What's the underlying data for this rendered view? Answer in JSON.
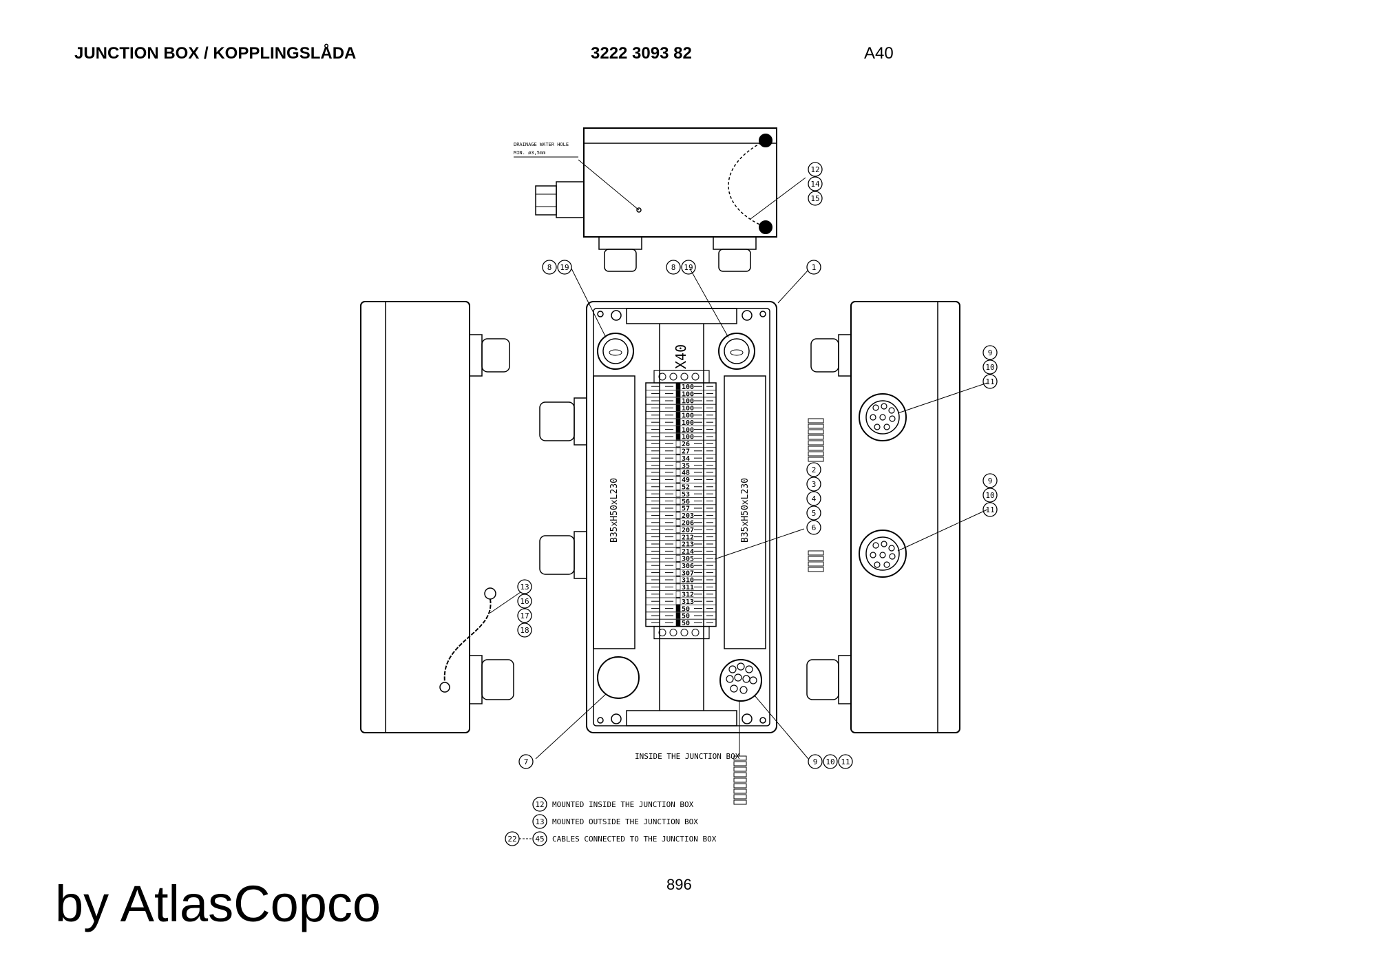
{
  "header": {
    "title": "JUNCTION BOX / KOPPLINGSLÅDA",
    "part_number": "3222 3093 82",
    "page_code": "A40"
  },
  "drawing": {
    "drainage_note_line1": "DRAINAGE WATER HOLE",
    "drainage_note_line2": "MIN. ø3,5mm",
    "terminal_block_label": "X40",
    "rail_label_left": "B35xH50xL230",
    "rail_label_right": "B35xH50xL230",
    "inside_caption": "INSIDE THE JUNCTION BOX",
    "terminal_numbers": [
      "100",
      "100",
      "100",
      "100",
      "100",
      "100",
      "100",
      "100",
      "26",
      "27",
      "34",
      "35",
      "48",
      "49",
      "52",
      "53",
      "56",
      "57",
      "203",
      "206",
      "207",
      "212",
      "213",
      "214",
      "305",
      "306",
      "307",
      "310",
      "311",
      "312",
      "313",
      "50",
      "50",
      "50"
    ],
    "callouts": {
      "c12": "12",
      "c14": "14",
      "c15": "15",
      "c8a": "8",
      "c19a": "19",
      "c8b": "8",
      "c19b": "19",
      "c1": "1",
      "c9a": "9",
      "c10a": "10",
      "c11a": "11",
      "c2": "2",
      "c3": "3",
      "c4": "4",
      "c5": "5",
      "c6": "6",
      "c9b": "9",
      "c10b": "10",
      "c11b": "11",
      "c13": "13",
      "c16": "16",
      "c17": "17",
      "c18": "18",
      "c7": "7",
      "c9c": "9",
      "c10c": "10",
      "c11c": "11"
    }
  },
  "legend": {
    "items": [
      {
        "num": "12",
        "text": "MOUNTED INSIDE THE JUNCTION BOX"
      },
      {
        "num": "13",
        "text": "MOUNTED OUTSIDE THE JUNCTION BOX"
      },
      {
        "num_from": "22",
        "num": "45",
        "text": "CABLES CONNECTED TO THE JUNCTION BOX"
      }
    ]
  },
  "footer": {
    "page_number": "896",
    "brand": "by AtlasCopco"
  }
}
